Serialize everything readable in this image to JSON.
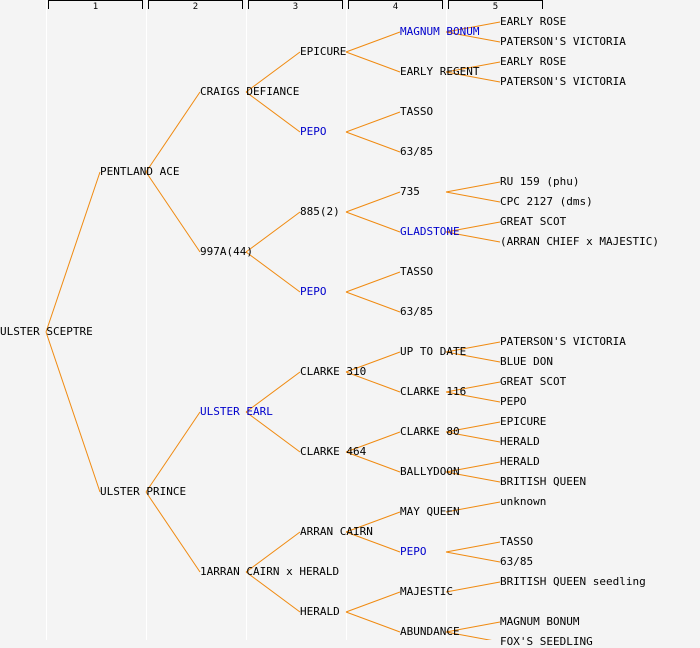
{
  "colors": {
    "link": "#f08a10",
    "highlight": "#0000cc",
    "text": "#000000",
    "background": "#f4f4f4"
  },
  "generation_headers": [
    "1",
    "2",
    "3",
    "4",
    "5"
  ],
  "pedigree": {
    "name": "ULSTER SCEPTRE",
    "highlight": false,
    "parents": [
      {
        "name": "PENTLAND ACE",
        "highlight": false,
        "parents": [
          {
            "name": "CRAIGS DEFIANCE",
            "highlight": false,
            "parents": [
              {
                "name": "EPICURE",
                "highlight": false,
                "parents": [
                  {
                    "name": "MAGNUM BONUM",
                    "highlight": true,
                    "parents": [
                      {
                        "name": "EARLY ROSE",
                        "highlight": false
                      },
                      {
                        "name": "PATERSON'S VICTORIA",
                        "highlight": false
                      }
                    ]
                  },
                  {
                    "name": "EARLY REGENT",
                    "highlight": false,
                    "parents": [
                      {
                        "name": "EARLY ROSE",
                        "highlight": false
                      },
                      {
                        "name": "PATERSON'S VICTORIA",
                        "highlight": false
                      }
                    ]
                  }
                ]
              },
              {
                "name": "PEPO",
                "highlight": true,
                "parents": [
                  {
                    "name": "TASSO",
                    "highlight": false
                  },
                  {
                    "name": "63/85",
                    "highlight": false
                  }
                ]
              }
            ]
          },
          {
            "name": "997A(44)",
            "highlight": false,
            "parents": [
              {
                "name": "885(2)",
                "highlight": false,
                "parents": [
                  {
                    "name": "735",
                    "highlight": false,
                    "parents": [
                      {
                        "name": "RU 159 (phu)",
                        "highlight": false
                      },
                      {
                        "name": "CPC 2127 (dms)",
                        "highlight": false
                      }
                    ]
                  },
                  {
                    "name": "GLADSTONE",
                    "highlight": true,
                    "parents": [
                      {
                        "name": "GREAT SCOT",
                        "highlight": false
                      },
                      {
                        "name": "(ARRAN CHIEF x MAJESTIC)",
                        "highlight": false
                      }
                    ]
                  }
                ]
              },
              {
                "name": "PEPO",
                "highlight": true,
                "parents": [
                  {
                    "name": "TASSO",
                    "highlight": false
                  },
                  {
                    "name": "63/85",
                    "highlight": false
                  }
                ]
              }
            ]
          }
        ]
      },
      {
        "name": "ULSTER PRINCE",
        "highlight": false,
        "parents": [
          {
            "name": "ULSTER EARL",
            "highlight": true,
            "parents": [
              {
                "name": "CLARKE 310",
                "highlight": false,
                "parents": [
                  {
                    "name": "UP TO DATE",
                    "highlight": false,
                    "parents": [
                      {
                        "name": "PATERSON'S VICTORIA",
                        "highlight": false
                      },
                      {
                        "name": "BLUE DON",
                        "highlight": false
                      }
                    ]
                  },
                  {
                    "name": "CLARKE 116",
                    "highlight": false,
                    "parents": [
                      {
                        "name": "GREAT SCOT",
                        "highlight": false
                      },
                      {
                        "name": "PEPO",
                        "highlight": false
                      }
                    ]
                  }
                ]
              },
              {
                "name": "CLARKE 464",
                "highlight": false,
                "parents": [
                  {
                    "name": "CLARKE 80",
                    "highlight": false,
                    "parents": [
                      {
                        "name": "EPICURE",
                        "highlight": false
                      },
                      {
                        "name": "HERALD",
                        "highlight": false
                      }
                    ]
                  },
                  {
                    "name": "BALLYDOON",
                    "highlight": false,
                    "parents": [
                      {
                        "name": "HERALD",
                        "highlight": false
                      },
                      {
                        "name": "BRITISH QUEEN",
                        "highlight": false
                      }
                    ]
                  }
                ]
              }
            ]
          },
          {
            "name": "1ARRAN CAIRN x HERALD",
            "highlight": false,
            "parents": [
              {
                "name": "ARRAN CAIRN",
                "highlight": false,
                "parents": [
                  {
                    "name": "MAY QUEEN",
                    "highlight": false,
                    "parents": [
                      {
                        "name": "unknown",
                        "highlight": false
                      }
                    ]
                  },
                  {
                    "name": "PEPO",
                    "highlight": true,
                    "parents": [
                      {
                        "name": "TASSO",
                        "highlight": false
                      },
                      {
                        "name": "63/85",
                        "highlight": false
                      }
                    ]
                  }
                ]
              },
              {
                "name": "HERALD",
                "highlight": false,
                "parents": [
                  {
                    "name": "MAJESTIC",
                    "highlight": false,
                    "parents": [
                      {
                        "name": "BRITISH QUEEN seedling",
                        "highlight": false
                      }
                    ]
                  },
                  {
                    "name": "ABUNDANCE",
                    "highlight": false,
                    "parents": [
                      {
                        "name": "MAGNUM BONUM",
                        "highlight": false
                      },
                      {
                        "name": "FOX'S SEEDLING",
                        "highlight": false
                      }
                    ]
                  }
                ]
              }
            ]
          }
        ]
      }
    ]
  }
}
